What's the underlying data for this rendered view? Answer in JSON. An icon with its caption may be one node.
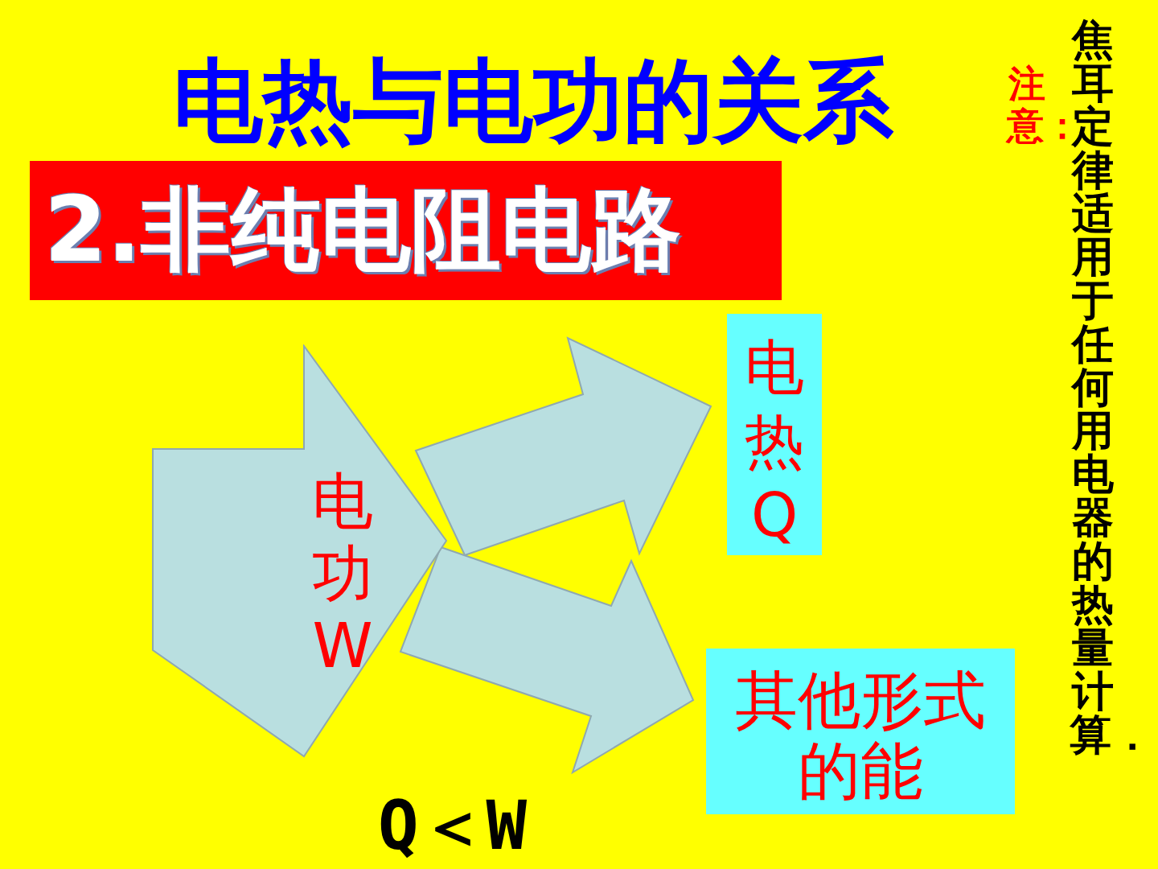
{
  "diagram": {
    "title": "电热与电功的关系",
    "nodes": [
      {
        "text": [
          "2.非纯电阻电路"
        ]
      },
      {
        "text": [
          "电功W"
        ]
      },
      {
        "text": [
          "电热Q"
        ]
      },
      {
        "text": [
          "其他形式的能"
        ]
      }
    ],
    "edges": [
      {
        "from": 1,
        "to": 2,
        "arrow": "to"
      },
      {
        "from": 1,
        "to": 3,
        "arrow": "to"
      }
    ],
    "labels": [
      "Q＜W",
      "注意：",
      "焦耳定律适用于**任何用电器**的**热量**计算．"
    ]
  }
}
